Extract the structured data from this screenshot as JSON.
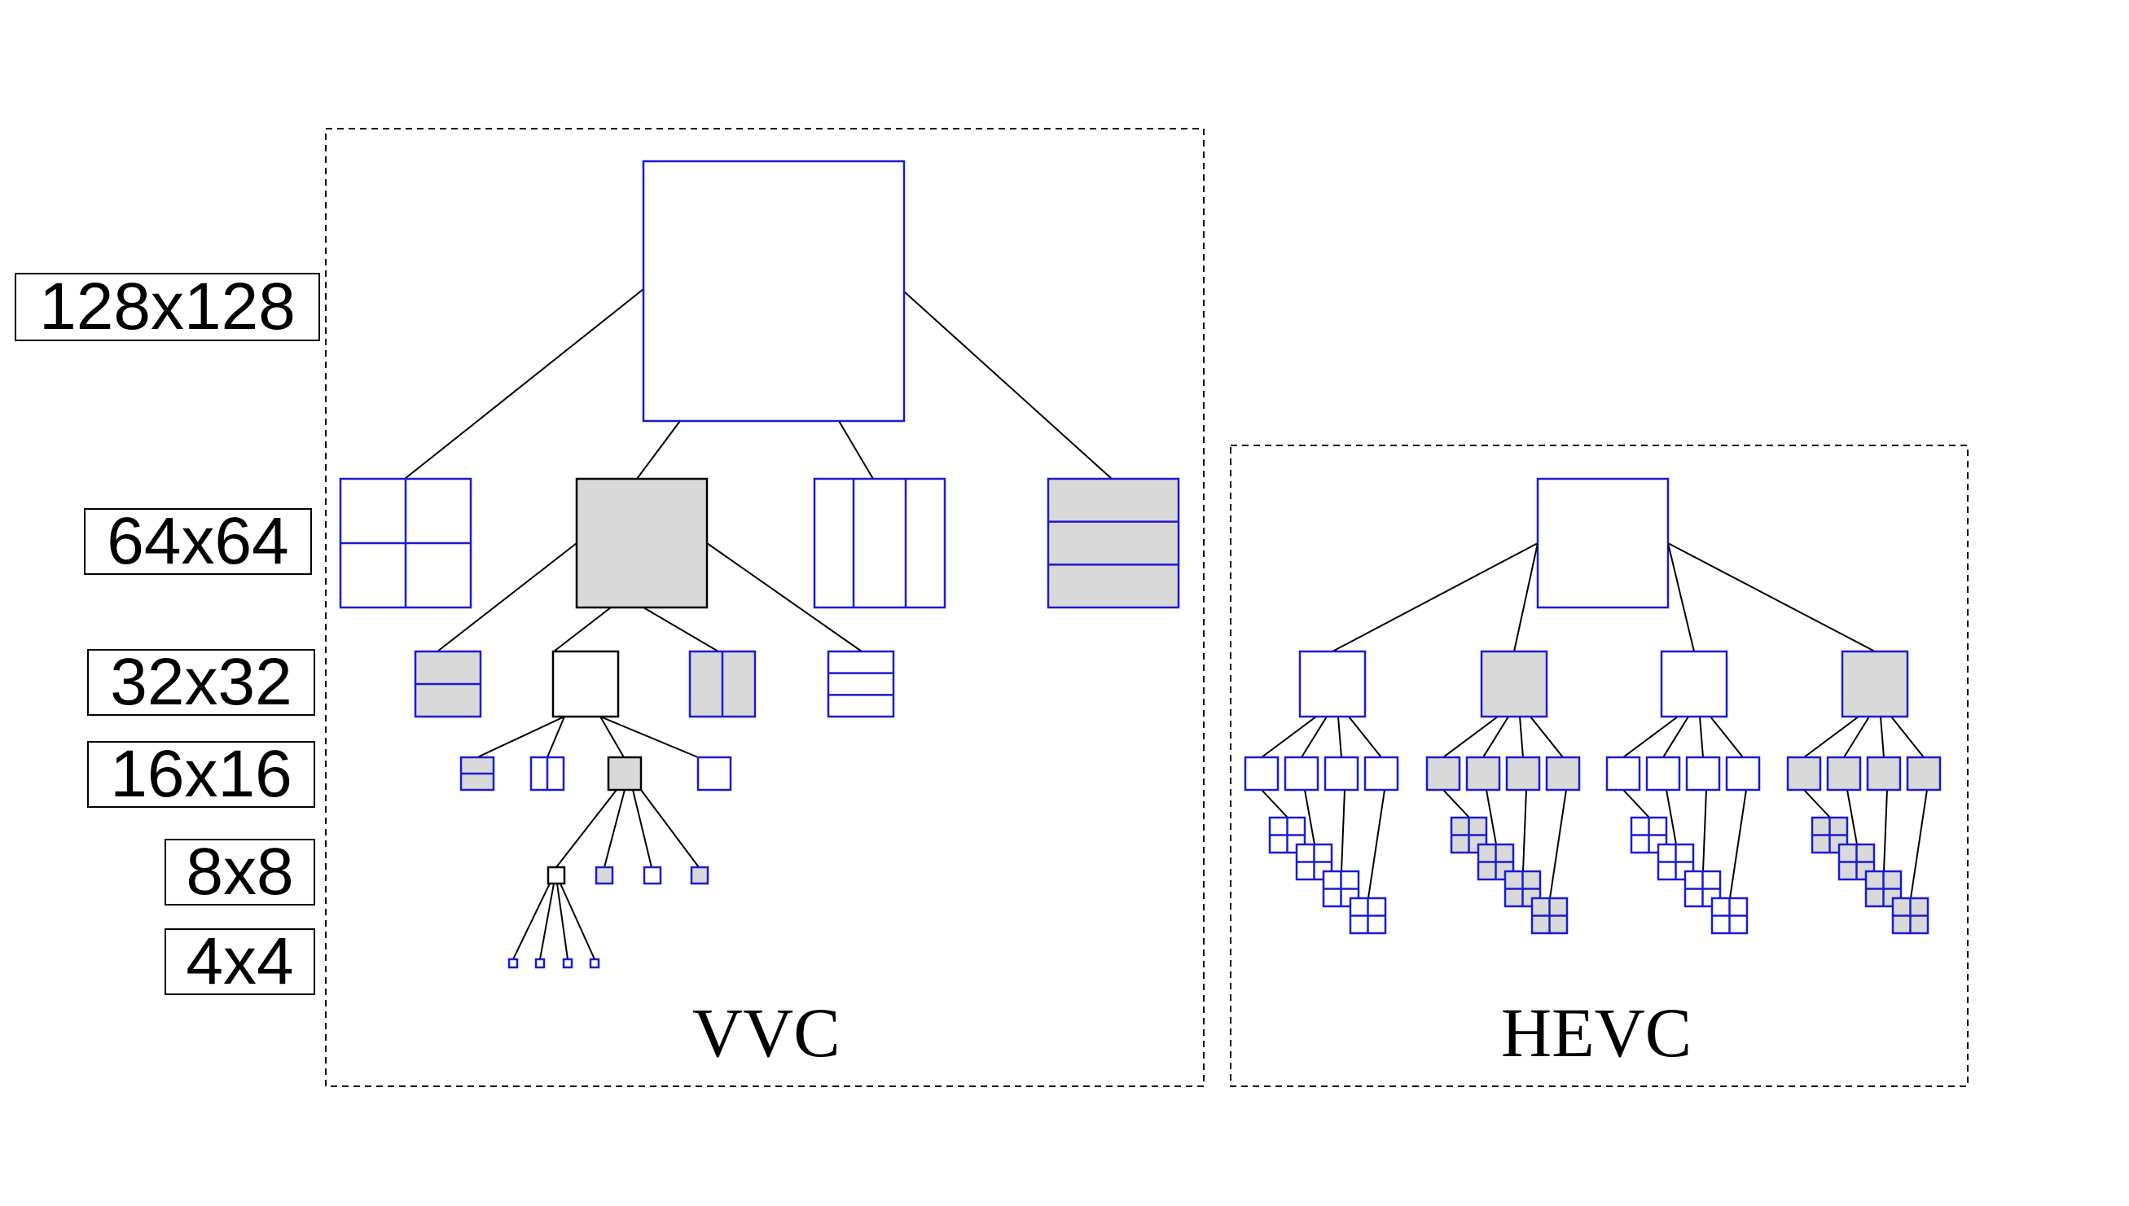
{
  "size_levels": [
    "128x128",
    "64x64",
    "32x32",
    "16x16",
    "8x8",
    "4x4"
  ],
  "panels": {
    "vvc": {
      "title": "VVC"
    },
    "hevc": {
      "title": "HEVC"
    }
  },
  "colors": {
    "block_outline": "#1a1ad8",
    "selected_fill": "#d9d9d9",
    "connector": "#000000",
    "frame": "#000000"
  }
}
